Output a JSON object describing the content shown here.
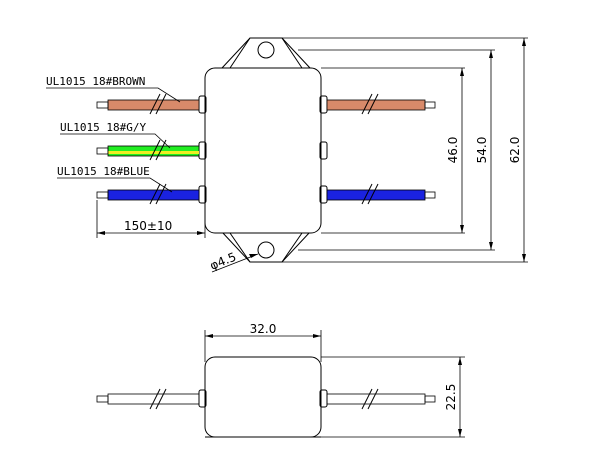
{
  "wires": {
    "brown": {
      "label": "UL1015  18#BROWN",
      "color": "#d88a6a"
    },
    "green_yellow": {
      "label": "UL1015  18#G/Y",
      "color": "#22ee22",
      "stripe": "#eeee22"
    },
    "blue": {
      "label": "UL1015  18#BLUE",
      "color": "#1a22e0"
    }
  },
  "dimensions": {
    "lead_length": "150±10",
    "hole_diameter": "φ4.5",
    "height_46": "46.0",
    "height_54": "54.0",
    "height_62": "62.0",
    "width_32": "32.0",
    "thickness_22_5": "22.5"
  },
  "colors": {
    "line": "#000000",
    "background": "#ffffff"
  }
}
